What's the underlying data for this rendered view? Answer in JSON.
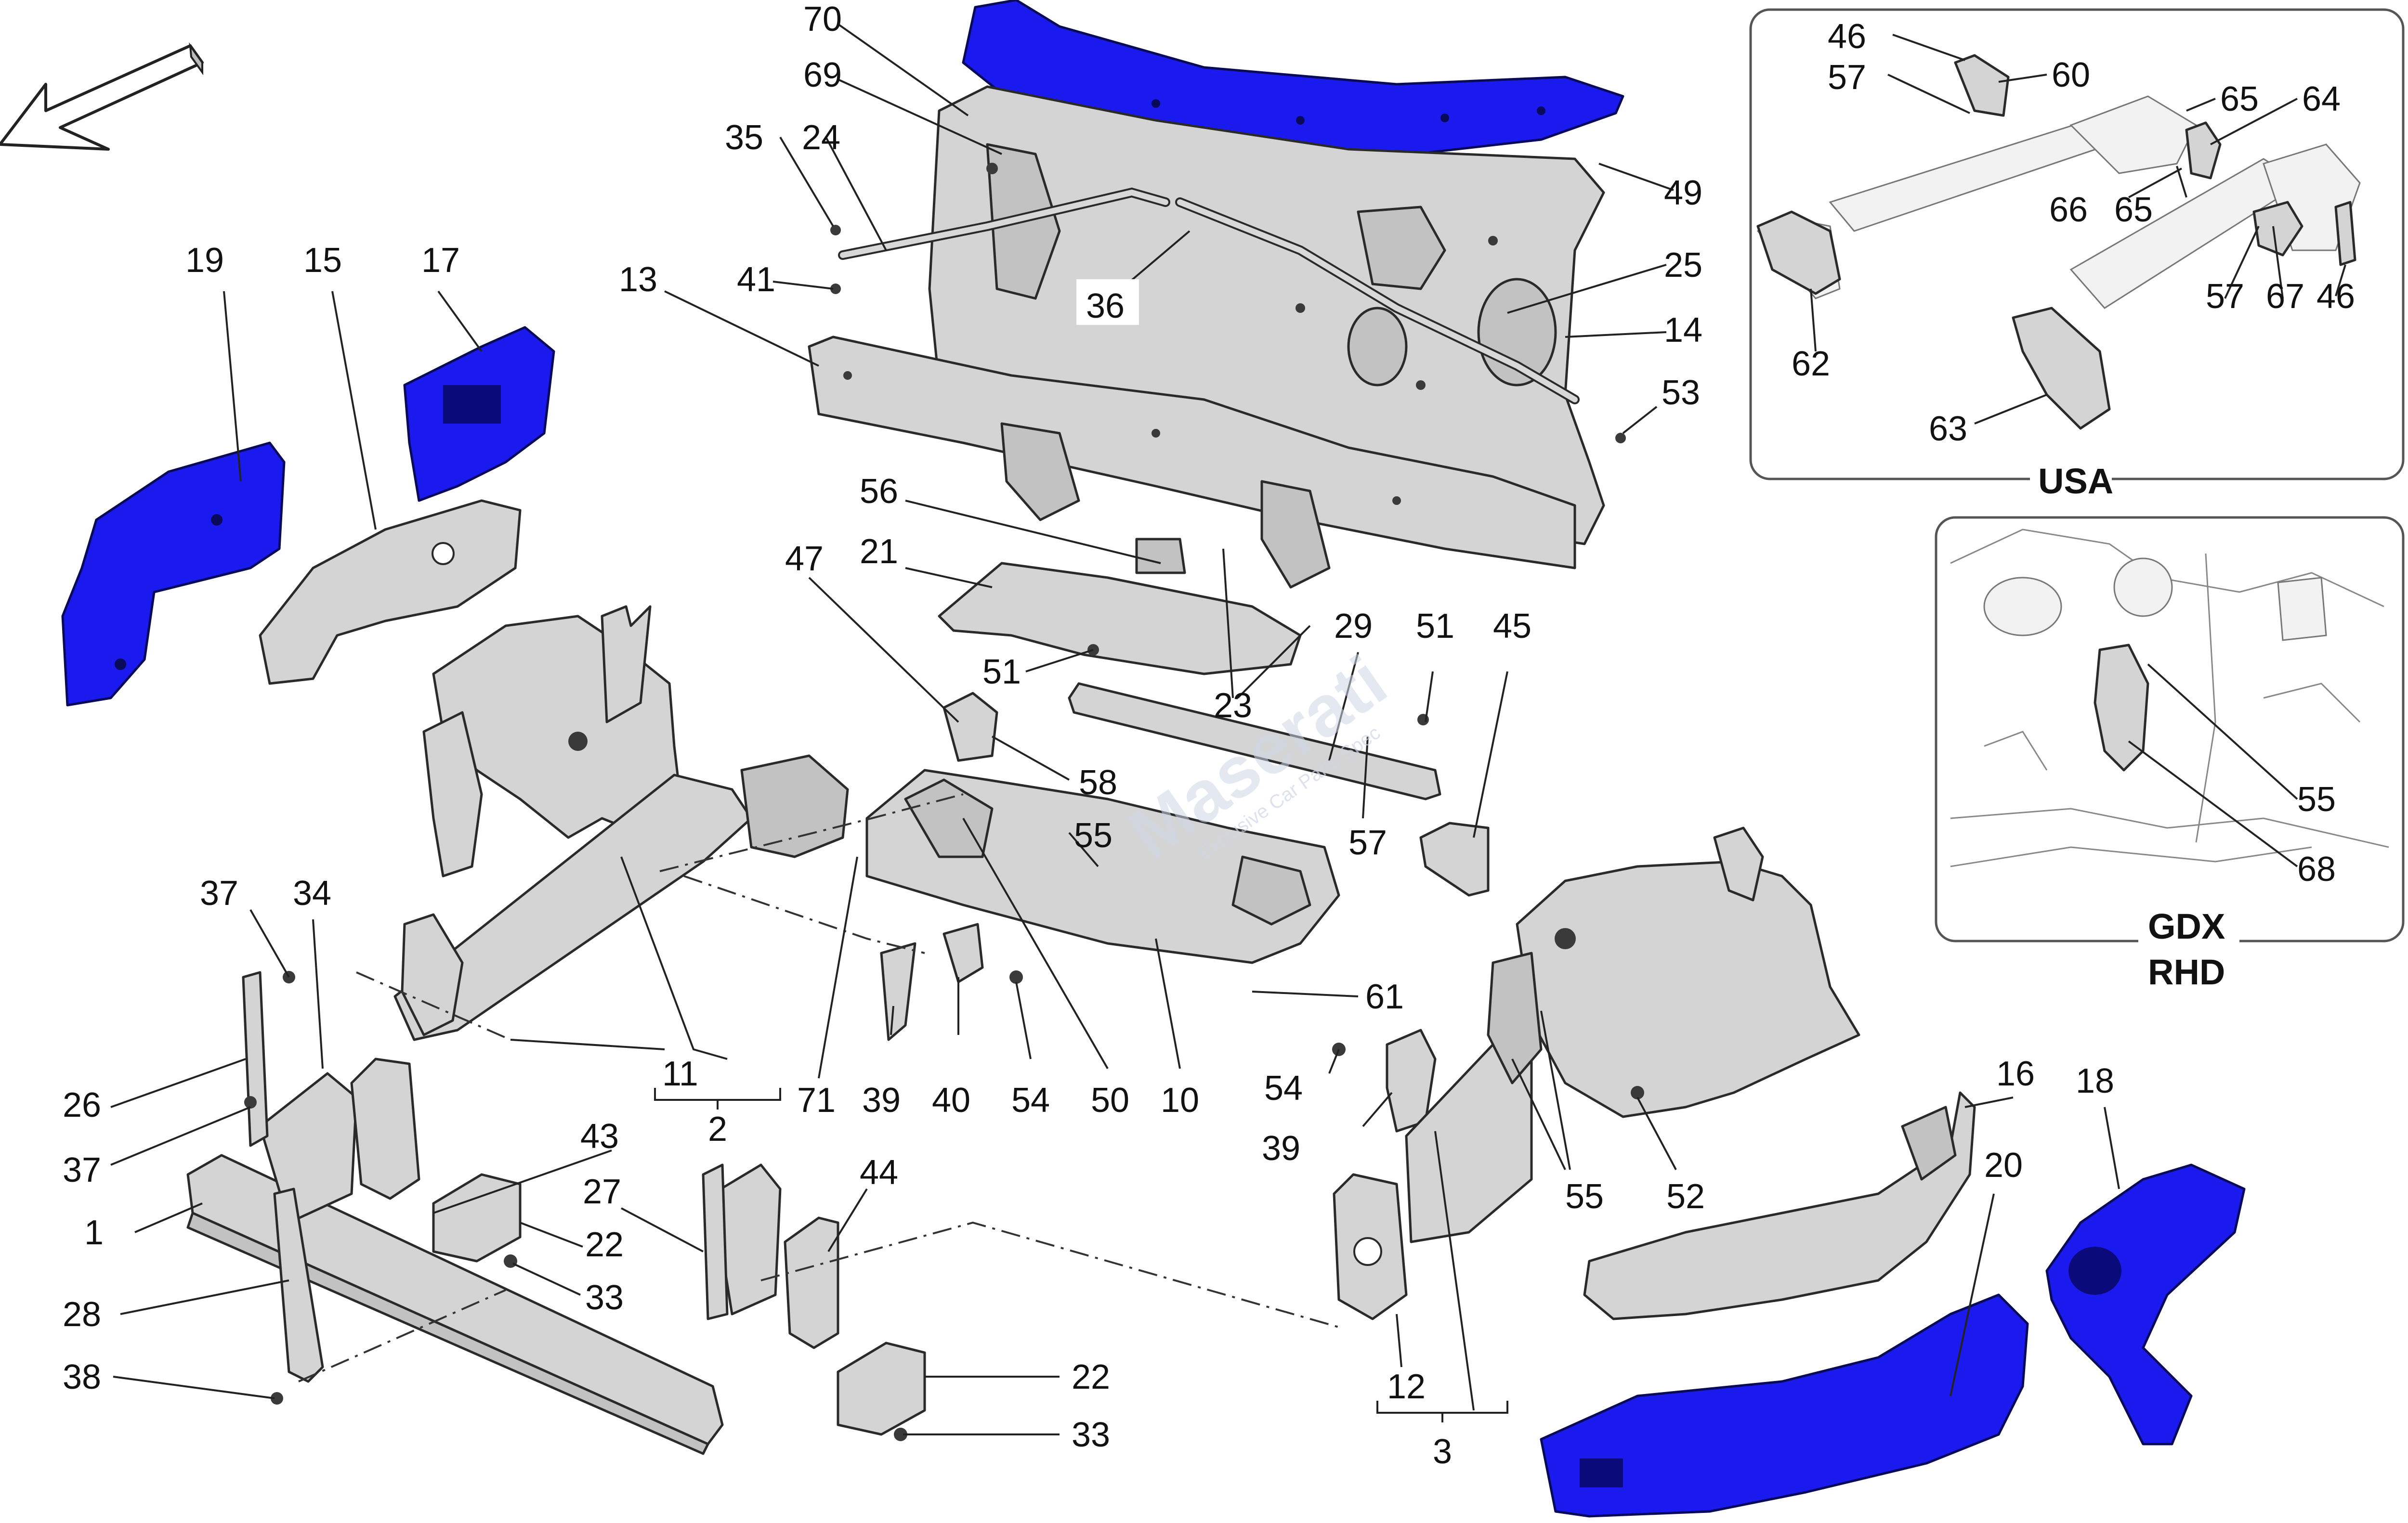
{
  "diagram": {
    "callouts": {
      "c70": "70",
      "c69": "69",
      "c35": "35",
      "c24": "24",
      "c49": "49",
      "c25": "25",
      "c14": "14",
      "c53": "53",
      "c13": "13",
      "c41": "41",
      "c36": "36",
      "c19": "19",
      "c15": "15",
      "c17": "17",
      "c56": "56",
      "c21": "21",
      "c47": "47",
      "c51a": "51",
      "c29": "29",
      "c51b": "51",
      "c45": "45",
      "c23": "23",
      "c58": "58",
      "c55a": "55",
      "c57a": "57",
      "c37a": "37",
      "c34": "34",
      "c11": "11",
      "c2": "2",
      "c71": "71",
      "c39a": "39",
      "c40": "40",
      "c54a": "54",
      "c50": "50",
      "c10": "10",
      "c61": "61",
      "c54b": "54",
      "c39b": "39",
      "c55b": "55",
      "c52": "52",
      "c26": "26",
      "c37b": "37",
      "c43": "43",
      "c44": "44",
      "c27": "27",
      "c1": "1",
      "c22a": "22",
      "c33a": "33",
      "c28": "28",
      "c38": "38",
      "c22b": "22",
      "c33b": "33",
      "c12": "12",
      "c3": "3",
      "c16": "16",
      "c18": "18",
      "c20": "20"
    },
    "watermark": {
      "brand": "Maserati",
      "tagline": "Exclusive Car Parts Spec"
    }
  },
  "insets": {
    "usa": {
      "label": "USA",
      "callouts": {
        "c46a": "46",
        "c60": "60",
        "c57a": "57",
        "c65a": "65",
        "c64": "64",
        "c66": "66",
        "c65b": "65",
        "c62": "62",
        "c57b": "57",
        "c67": "67",
        "c46b": "46",
        "c63": "63"
      }
    },
    "gdx": {
      "label_line1": "GDX",
      "label_line2": "RHD",
      "callouts": {
        "c55": "55",
        "c68": "68"
      }
    }
  },
  "colors": {
    "highlight": "#1a1aee",
    "part": "#d4d4d4",
    "outline": "#2a2a2a"
  },
  "icons": {
    "direction": "front-direction-arrow-icon"
  }
}
